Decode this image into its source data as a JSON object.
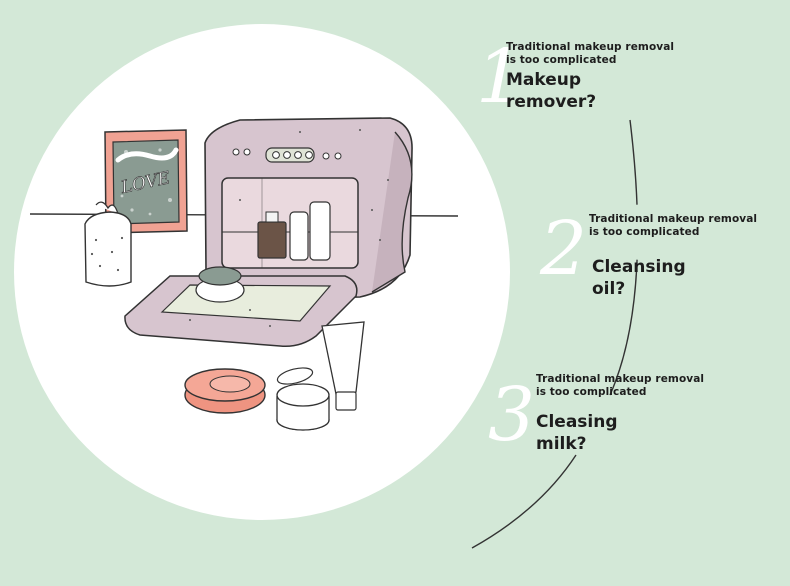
{
  "illustration": {
    "frame_text": "LOVE"
  },
  "items": [
    {
      "number": "1",
      "caption": "Traditional makeup removal is too complicated",
      "title_line1": "Makeup",
      "title_line2": "remover?"
    },
    {
      "number": "2",
      "caption": "Traditional makeup removal is too complicated",
      "title": "Cleansing oil?"
    },
    {
      "number": "3",
      "caption": "Traditional makeup removal is too complicated",
      "title": "Cleasing milk?"
    }
  ]
}
